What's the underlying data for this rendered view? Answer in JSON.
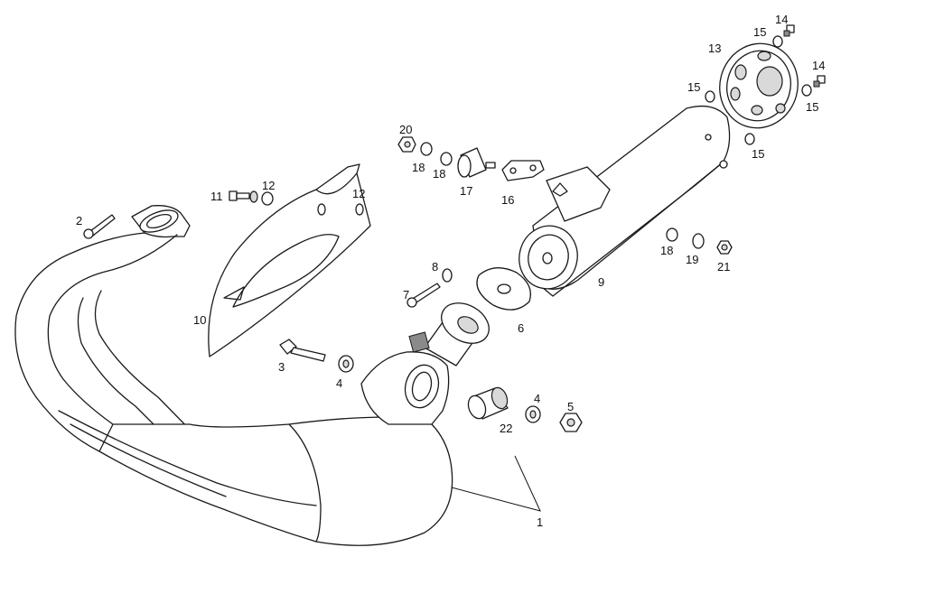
{
  "figure": {
    "labels": {
      "l1": "1",
      "l2": "2",
      "l3": "3",
      "l4a": "4",
      "l4b": "4",
      "l5": "5",
      "l6": "6",
      "l7": "7",
      "l8": "8",
      "l9": "9",
      "l10": "10",
      "l11": "11",
      "l12a": "12",
      "l12b": "12",
      "l13": "13",
      "l14a": "14",
      "l14b": "14",
      "l15a": "15",
      "l15b": "15",
      "l15c": "15",
      "l15d": "15",
      "l16": "16",
      "l17": "17",
      "l18a": "18",
      "l18b": "18",
      "l18c": "18",
      "l19": "19",
      "l20": "20",
      "l21": "21",
      "l22": "22"
    }
  }
}
